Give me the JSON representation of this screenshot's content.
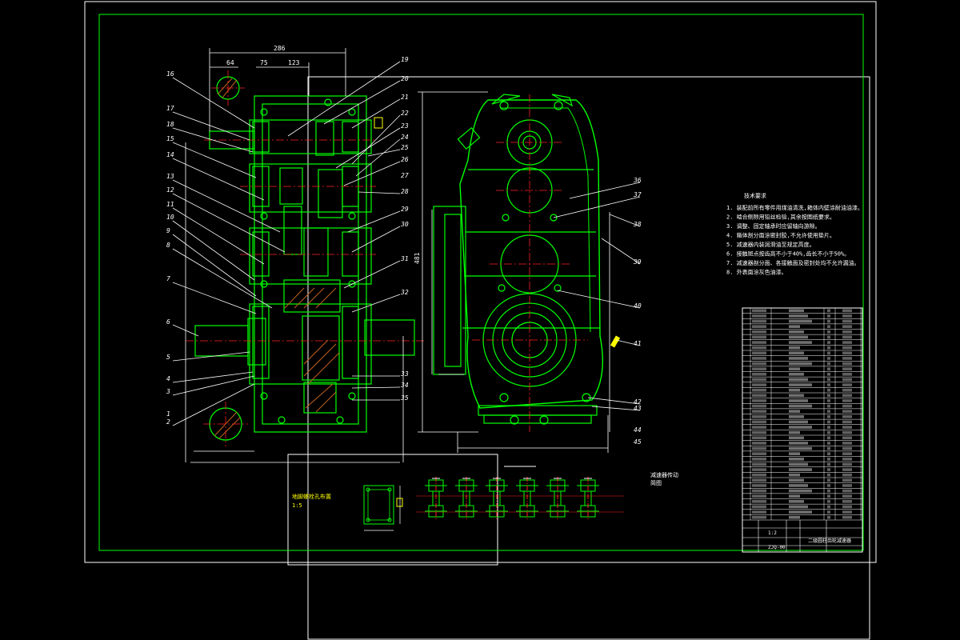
{
  "drawing": {
    "colors": {
      "background": "#000000",
      "frame": "#ffffff",
      "part": "#00ff00",
      "center_line": "#ff2020",
      "dimension": "#ffffff",
      "hatch": "#c06020",
      "note_text": "#ffffff",
      "accent": "#ffff00"
    },
    "left_view_labels": [
      "16",
      "17",
      "18",
      "15",
      "14",
      "13",
      "12",
      "11",
      "10",
      "9",
      "8",
      "7",
      "6",
      "5",
      "4",
      "3",
      "2",
      "1"
    ],
    "top_view_labels": [
      "19",
      "20",
      "21",
      "22",
      "23",
      "24",
      "25",
      "26",
      "27",
      "28",
      "29",
      "30",
      "31",
      "32",
      "33",
      "34",
      "35"
    ],
    "right_view_labels": [
      "36",
      "37",
      "38",
      "39",
      "40",
      "41",
      "42",
      "43",
      "44",
      "45"
    ],
    "dimensions": {
      "overall_width": "286",
      "seg_a": "64",
      "seg_b": "75",
      "seg_c": "123",
      "height": "481"
    },
    "notes": {
      "heading": "技术要求",
      "lines": [
        "1. 装配前所有零件用煤油清洗,箱体内壁涂耐油油漆。",
        "2. 啮合侧隙用铅丝检验,其余按图纸要求。",
        "3. 调整、固定轴承时应留轴向游隙。",
        "4. 箱体剖分面涂密封胶,不允许使用垫片。",
        "5. 减速器内装润滑油至规定高度。",
        "6. 接触斑点按齿高不小于40%,齿长不小于50%。",
        "7. 减速器剖分面、各接触面及密封处均不允许漏油。",
        "8. 外表面涂灰色油漆。"
      ]
    },
    "labels": {
      "bolt_layout": "地脚螺栓孔布置",
      "bolt_scale": "1:5",
      "scheme": "减速器传动",
      "scheme_sub": "简图"
    },
    "title_block": {
      "name": "二级圆柱齿轮减速器",
      "scale": "1:2",
      "drawing_no": "ZJQ-00"
    }
  }
}
